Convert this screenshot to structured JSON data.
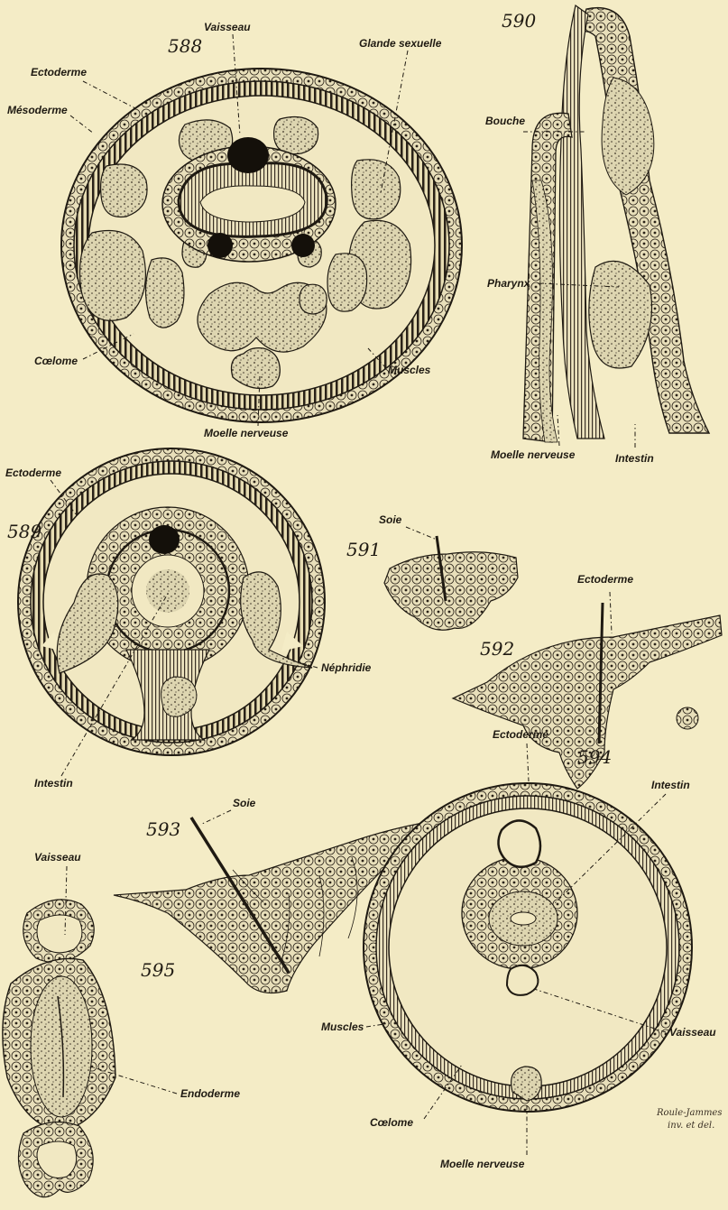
{
  "figures": [
    {
      "number": "588",
      "labels": [
        "Ectoderme",
        "Mésoderme",
        "Vaisseau",
        "Glande sexuelle",
        "Cœlome",
        "Muscles",
        "Moelle nerveuse"
      ]
    },
    {
      "number": "589",
      "labels": [
        "Ectoderme",
        "Intestin",
        "Néphridie"
      ]
    },
    {
      "number": "590",
      "labels": [
        "Bouche",
        "Pharynx",
        "Moelle nerveuse",
        "Intestin"
      ]
    },
    {
      "number": "591",
      "labels": [
        "Soie"
      ]
    },
    {
      "number": "592",
      "labels": [
        "Ectoderme"
      ]
    },
    {
      "number": "593",
      "labels": [
        "Soie"
      ]
    },
    {
      "number": "594",
      "labels": [
        "Ectoderme",
        "Intestin",
        "Muscles",
        "Vaisseau",
        "Cœlome",
        "Moelle nerveuse"
      ]
    },
    {
      "number": "595",
      "labels": [
        "Vaisseau",
        "Endoderme"
      ]
    }
  ],
  "signature": {
    "line1": "Roule-Jammes",
    "line2": "inv. et del."
  },
  "colors": {
    "paper": "#f4ecc6",
    "ink": "#1f1a12",
    "tissue": "#d8d2b0",
    "dark": "#14100a"
  }
}
